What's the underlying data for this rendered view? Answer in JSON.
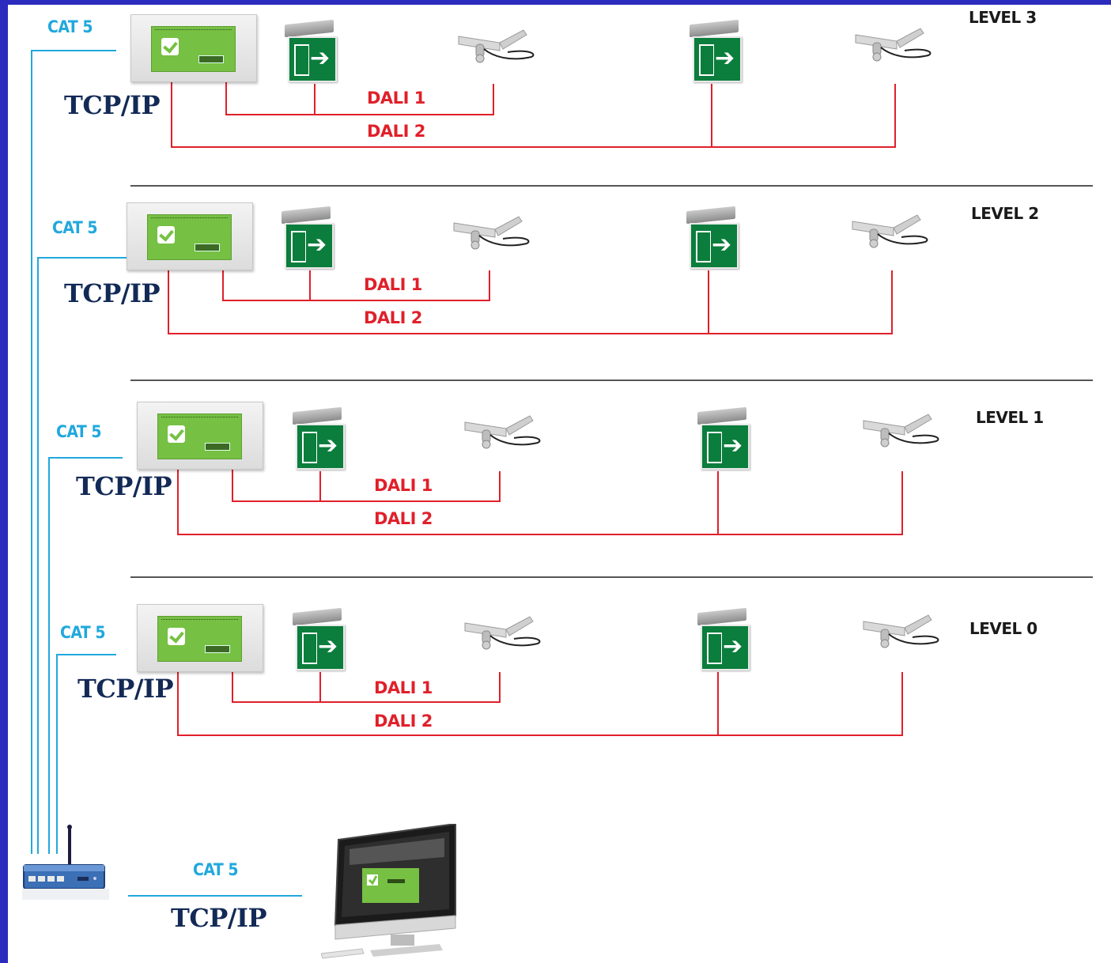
{
  "levels": [
    {
      "level_label": "LEVEL 3",
      "cat_label": "CAT 5",
      "tcp_label": "TCP/IP",
      "dali1_label": "DALI 1",
      "dali2_label": "DALI 2"
    },
    {
      "level_label": "LEVEL 2",
      "cat_label": "CAT 5",
      "tcp_label": "TCP/IP",
      "dali1_label": "DALI 1",
      "dali2_label": "DALI 2"
    },
    {
      "level_label": "LEVEL 1",
      "cat_label": "CAT 5",
      "tcp_label": "TCP/IP",
      "dali1_label": "DALI 1",
      "dali2_label": "DALI 2"
    },
    {
      "level_label": "LEVEL 0",
      "cat_label": "CAT 5",
      "tcp_label": "TCP/IP",
      "dali1_label": "DALI 1",
      "dali2_label": "DALI 2"
    }
  ],
  "bottom": {
    "cat_label": "CAT 5",
    "tcp_label": "TCP/IP"
  },
  "colors": {
    "dali_line": "#e0202a",
    "cat5_line": "#21a8dd",
    "tcp_text": "#132a56",
    "screen_green": "#76c043",
    "exit_green": "#0b7d3c",
    "frame_blue": "#2b2bbd"
  },
  "icons": [
    "controller-panel-icon",
    "exit-sign-icon",
    "emergency-lamp-icon",
    "network-router-icon",
    "computer-monitor-icon",
    "checkmark-icon"
  ]
}
